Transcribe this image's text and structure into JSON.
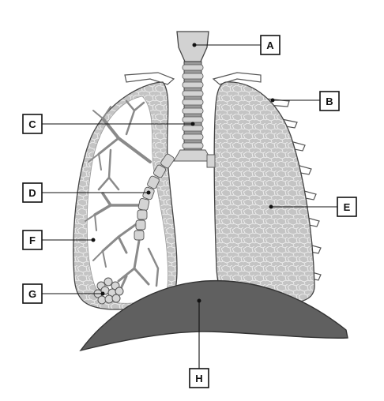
{
  "labels": {
    "a": "A",
    "b": "B",
    "c": "C",
    "d": "D",
    "e": "E",
    "f": "F",
    "g": "G",
    "h": "H"
  },
  "colors": {
    "tissue_fill": "#c4c4c4",
    "tissue_cell_line": "#f2f2f2",
    "airway": "#8a8a8a",
    "trachea_ring": "#cfcfcf",
    "diaphragm": "#606060",
    "outline": "#333333"
  }
}
